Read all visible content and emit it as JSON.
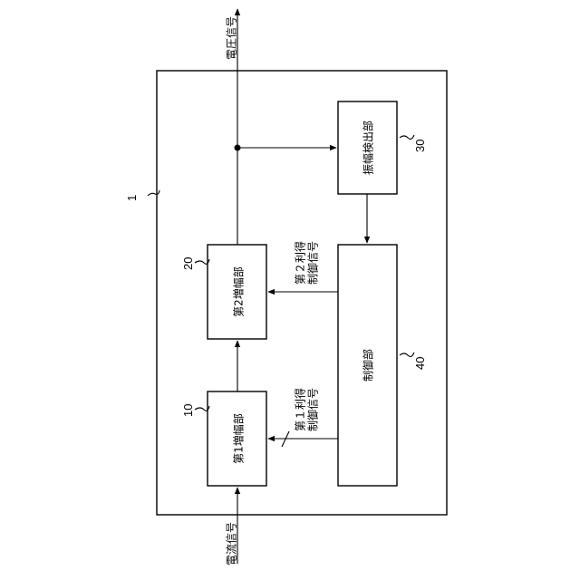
{
  "diagram": {
    "device_ref": "1",
    "blocks": {
      "amp1": {
        "label": "第1増幅部",
        "ref": "10"
      },
      "amp2": {
        "label": "第2増幅部",
        "ref": "20"
      },
      "detector": {
        "label": "振幅検出部",
        "ref": "30"
      },
      "controller": {
        "label": "制御部",
        "ref": "40"
      }
    },
    "signals": {
      "input": "電流信号",
      "output": "電圧信号",
      "gain1_line1": "第１利得",
      "gain1_line2": "制御信号",
      "gain2_line1": "第２利得",
      "gain2_line2": "制御信号"
    }
  }
}
